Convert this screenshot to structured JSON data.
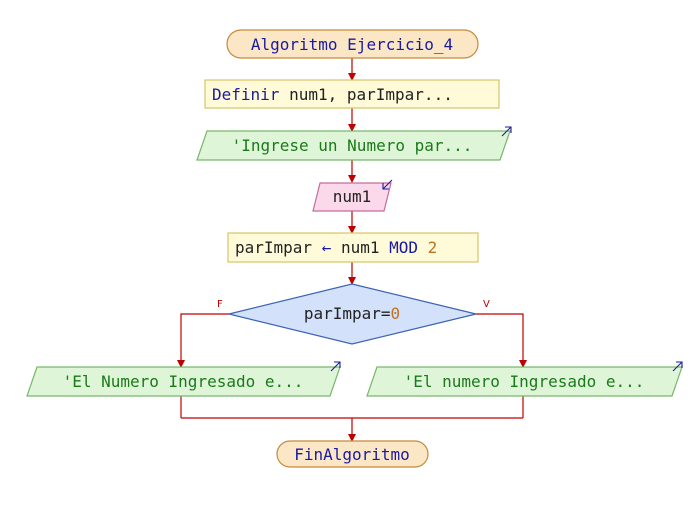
{
  "diagram": {
    "start": {
      "label": "Algoritmo Ejercicio_4"
    },
    "define": {
      "keyword": "Definir",
      "rest": " num1, parImpar..."
    },
    "prompt": {
      "text": "'Ingrese un Numero par..."
    },
    "read": {
      "text": "num1"
    },
    "assign": {
      "target": "parImpar",
      "arrow": " ← ",
      "var": "num1",
      "op": " MOD ",
      "value": "2"
    },
    "decision": {
      "var": "parImpar=",
      "value": "0",
      "false_label": "F",
      "true_label": "V"
    },
    "out_false": {
      "text": "'El Numero Ingresado e..."
    },
    "out_true": {
      "text": "'El numero Ingresado e..."
    },
    "end": {
      "label": "FinAlgoritmo"
    },
    "colors": {
      "terminal_fill": "#fbe7c6",
      "terminal_stroke": "#c58a3a",
      "process_fill": "#fffbd9",
      "process_stroke": "#d8c56a",
      "io_out_fill": "#dff5d8",
      "io_out_stroke": "#77b66b",
      "io_in_fill": "#fbd9ea",
      "io_in_stroke": "#c46d9a",
      "decision_fill": "#d3e1fb",
      "decision_stroke": "#3c64b4",
      "connector": "#c00000"
    }
  }
}
